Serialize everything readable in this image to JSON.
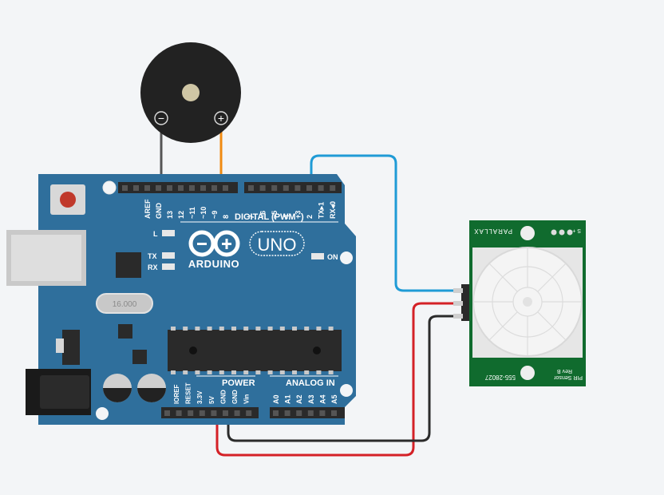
{
  "arduino": {
    "brand": "ARDUINO",
    "model": "UNO",
    "digital_header": "DIGITAL (PWM~)",
    "digital_pins": [
      "AREF",
      "GND",
      "13",
      "12",
      "~11",
      "~10",
      "~9",
      "8",
      "7",
      "~6",
      "~5",
      "4",
      "~3",
      "2",
      "TX▸1",
      "RX◂0"
    ],
    "led_l": "L",
    "led_tx": "TX",
    "led_rx": "RX",
    "led_on": "ON",
    "crystal": "16.000",
    "power_header": "POWER",
    "analog_header": "ANALOG IN",
    "power_pins": [
      "IOREF",
      "RESET",
      "3.3V",
      "5V",
      "GND",
      "GND",
      "Vin"
    ],
    "analog_pins": [
      "A0",
      "A1",
      "A2",
      "A3",
      "A4",
      "A5"
    ]
  },
  "buzzer": {
    "minus": "−",
    "plus": "+"
  },
  "pir": {
    "brand": "PARALLAX",
    "pin_labels": "S + -",
    "sensor_label": "PIR Sensor",
    "rev": "Rev B",
    "part_number": "555-28027"
  },
  "colors": {
    "board": "#2f6f9c",
    "header": "#2a2a2a",
    "wire_signal": "#1f9bd6",
    "wire_power": "#d42127",
    "wire_ground": "#2b2b2b",
    "wire_buzzer_plus": "#f08a12",
    "pcb_green": "#106b2e"
  }
}
